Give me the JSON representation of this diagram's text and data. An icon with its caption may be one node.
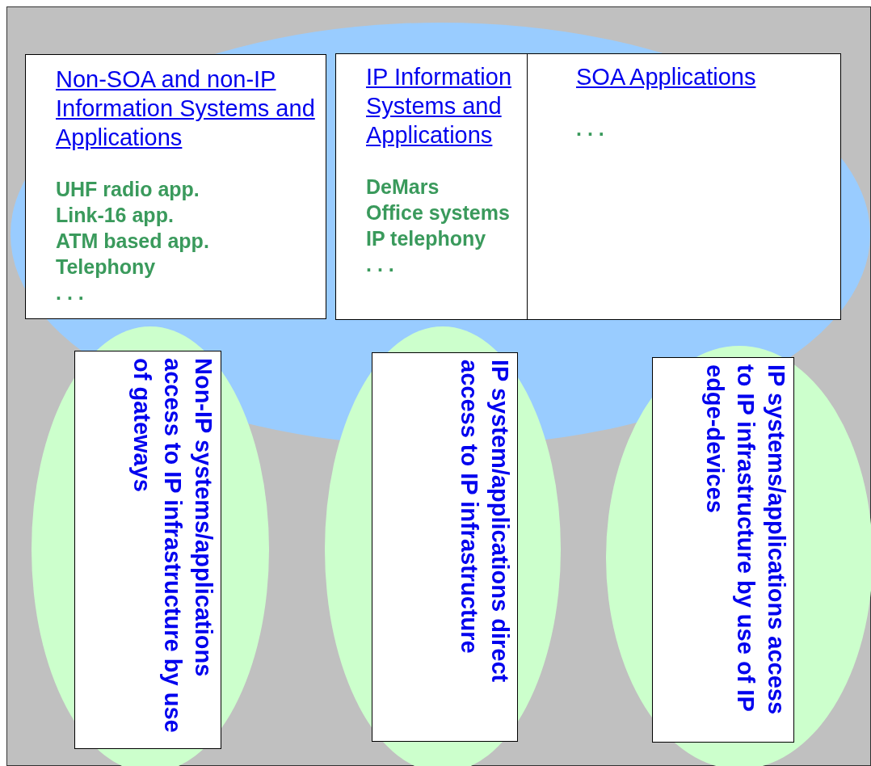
{
  "diagram": {
    "nodes": [
      {
        "text": [
          "Non-SOA and non-IP Information Systems and Applications",
          "UHF radio app.",
          "Link-16 app.",
          "ATM based app.",
          "Telephony",
          ". . ."
        ]
      },
      {
        "text": [],
        "shape": "box"
      },
      {
        "text": [
          "IP Information Systems and Applications",
          "DeMars",
          "Office systems",
          "IP telephony",
          ". . ."
        ],
        "in": 1
      },
      {
        "text": [
          "SOA Applications",
          ". . ."
        ],
        "in": 1
      },
      {
        "text": [
          "Non-IP systems/applications access to IP infrastructure by use of gateways"
        ]
      },
      {
        "text": [
          "IP system/applications direct access to IP infrastructure"
        ]
      },
      {
        "text": [
          "IP systems/applications access to IP infrastructure by use of IP edge-devices"
        ]
      }
    ],
    "edges": []
  }
}
